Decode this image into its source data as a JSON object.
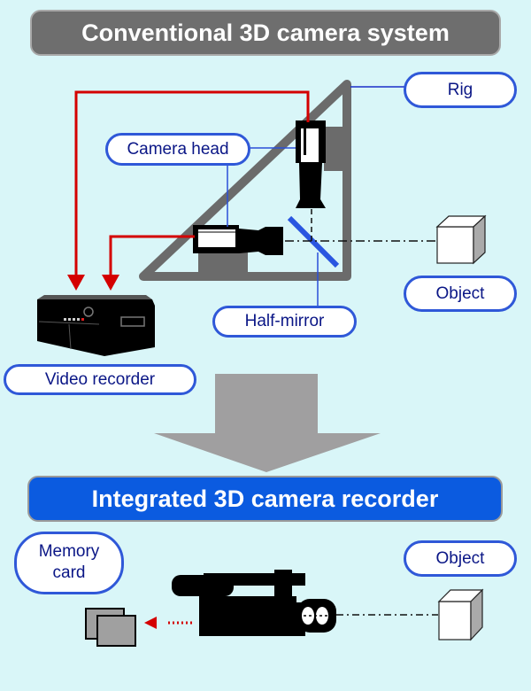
{
  "conventional": {
    "title": "Conventional 3D camera system",
    "labels": {
      "rig": "Rig",
      "camera_head": "Camera head",
      "object": "Object",
      "half_mirror": "Half-mirror",
      "video_recorder": "Video recorder"
    }
  },
  "integrated": {
    "title": "Integrated 3D camera recorder",
    "labels": {
      "memory_card_line1": "Memory",
      "memory_card_line2": "card",
      "object": "Object"
    }
  },
  "colors": {
    "background": "#d9f6f8",
    "gray_banner": "#6e6e6e",
    "blue_banner": "#0b5be0",
    "label_border": "#2f58d8",
    "label_text": "#0a1686",
    "signal_red": "#d40000",
    "rig_gray": "#6b6b6b",
    "arrow_gray": "#a09fa0",
    "mirror_blue": "#2a56e0"
  }
}
